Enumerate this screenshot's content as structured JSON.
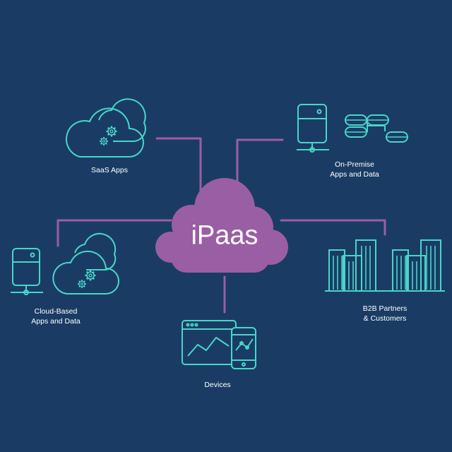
{
  "colors": {
    "background": "#1a3c64",
    "hub": "#9a5ea4",
    "connector": "#9a5ea4",
    "icon_stroke": "#48d6c8",
    "text": "#ffffff"
  },
  "hub": {
    "title": "iPaas"
  },
  "nodes": {
    "saas": {
      "label": "SaaS Apps",
      "icon": "cloud-gears-icon"
    },
    "on_premise": {
      "label_line1": "On-Premise",
      "label_line2": "Apps and Data",
      "icon": "server-database-icon"
    },
    "cloud_based": {
      "label_line1": "Cloud-Based",
      "label_line2": "Apps and Data",
      "icon": "server-cloud-gear-icon"
    },
    "b2b": {
      "label_line1": "B2B Partners",
      "label_line2": "& Customers",
      "icon": "buildings-icon"
    },
    "devices": {
      "label": "Devices",
      "icon": "monitor-phone-chart-icon"
    }
  }
}
